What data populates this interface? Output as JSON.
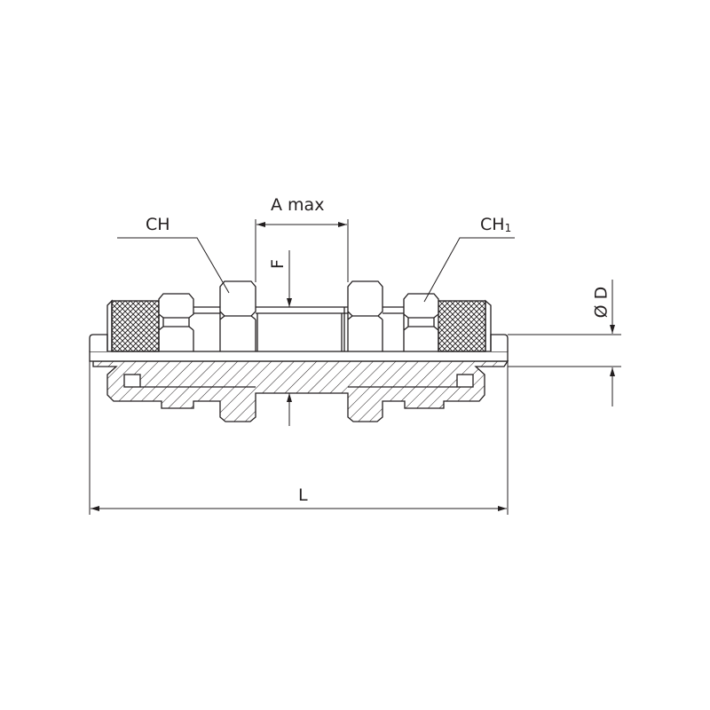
{
  "labels": {
    "ch": "CH",
    "ch1_main": "CH",
    "ch1_sub": "1",
    "a_max": "A max",
    "f": "F",
    "diameter_d": "Ø D",
    "length": "L"
  },
  "colors": {
    "line": "#231f20",
    "background": "#ffffff"
  }
}
